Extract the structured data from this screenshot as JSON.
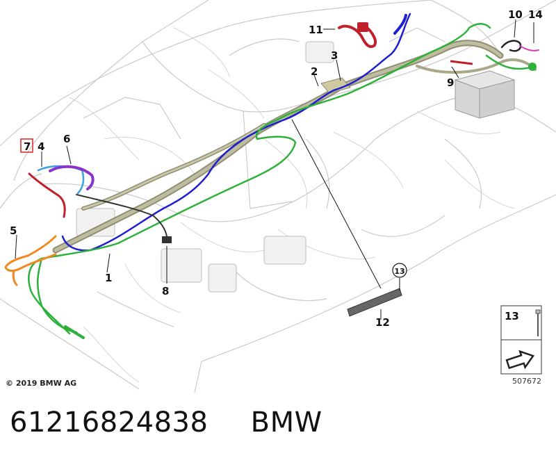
{
  "diagram": {
    "callouts": [
      "1",
      "2",
      "3",
      "4",
      "5",
      "6",
      "7",
      "8",
      "9",
      "10",
      "11",
      "12",
      "13",
      "14"
    ],
    "highlighted_callout": "7",
    "reference_box_label": "13",
    "copyright": "© 2019 BMW AG",
    "drawing_number": "507672"
  },
  "footer": {
    "part_number": "61216824838",
    "brand": "BMW"
  },
  "colors": {
    "harness_main": "#a9a889",
    "harness_blue": "#1d1dd2",
    "harness_green": "#2cb13a",
    "cable_red": "#c0202a",
    "cable_orange": "#ee8a20",
    "cable_purple": "#8a34c8",
    "cable_lightblue": "#3aa0e0",
    "cable_magenta": "#d040c0",
    "background_lines": "#c8c8c8"
  }
}
